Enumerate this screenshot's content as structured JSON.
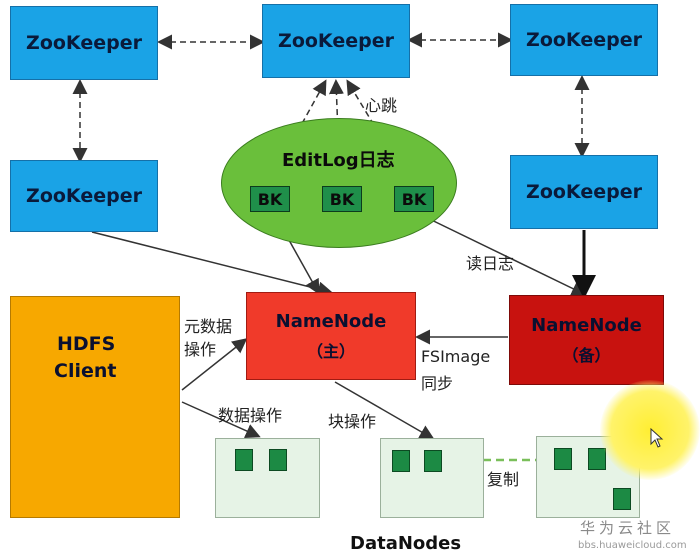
{
  "zookeeper": {
    "top_left": "ZooKeeper",
    "top_mid": "ZooKeeper",
    "top_right": "ZooKeeper",
    "mid_left": "ZooKeeper",
    "mid_right": "ZooKeeper"
  },
  "editlog": {
    "title": "EditLog日志",
    "bk1": "BK",
    "bk2": "BK",
    "bk3": "BK"
  },
  "namenode_active": {
    "title": "NameNode",
    "role": "（主）"
  },
  "namenode_standby": {
    "title": "NameNode",
    "role": "（备）"
  },
  "client": {
    "line1": "HDFS",
    "line2": "Client"
  },
  "labels": {
    "heartbeat": "心跳",
    "read_log": "读日志",
    "metadata_op_line1": "元数据",
    "metadata_op_line2": "操作",
    "data_op": "数据操作",
    "block_op": "块操作",
    "fsimage_line1": "FSImage",
    "fsimage_line2": "同步",
    "replicate": "复制",
    "datanodes": "DataNodes"
  },
  "watermark": {
    "line1": "华为云社区",
    "line2": "bbs.huaweicloud.com"
  },
  "colors": {
    "zookeeper": "#1aa3e6",
    "namenode_active": "#f03a2a",
    "namenode_standby": "#c8120f",
    "client": "#f7a800",
    "ellipse": "#6abf3b",
    "bk": "#1f8f4a",
    "datanode_bg": "#e6f3e6"
  }
}
